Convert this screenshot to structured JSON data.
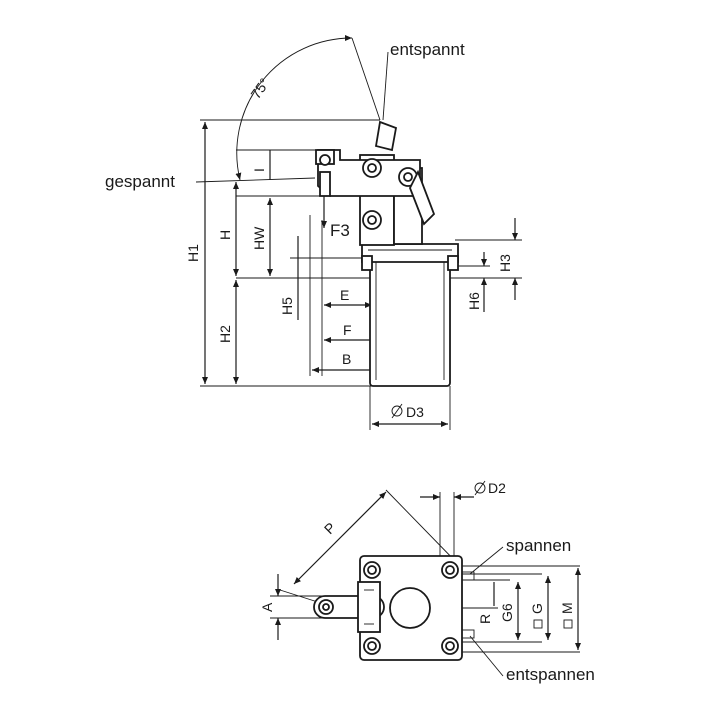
{
  "side_view": {
    "angle_label": "75°",
    "state_released": "entspannt",
    "state_clamped": "gespannt",
    "force_label": "F3",
    "dim_H1": "H1",
    "dim_H": "H",
    "dim_HW": "HW",
    "dim_H2": "H2",
    "dim_H5": "H5",
    "dim_H3": "H3",
    "dim_H6": "H6",
    "dim_I": "I",
    "dim_E": "E",
    "dim_F": "F",
    "dim_B": "B",
    "dim_D3": "D3"
  },
  "top_view": {
    "dim_P": "P",
    "dim_A": "A",
    "dim_D2": "D2",
    "dim_R": "R",
    "dim_G6": "G6",
    "dim_G": "G",
    "dim_M": "M",
    "label_clamp": "spannen",
    "label_release": "entspannen"
  }
}
